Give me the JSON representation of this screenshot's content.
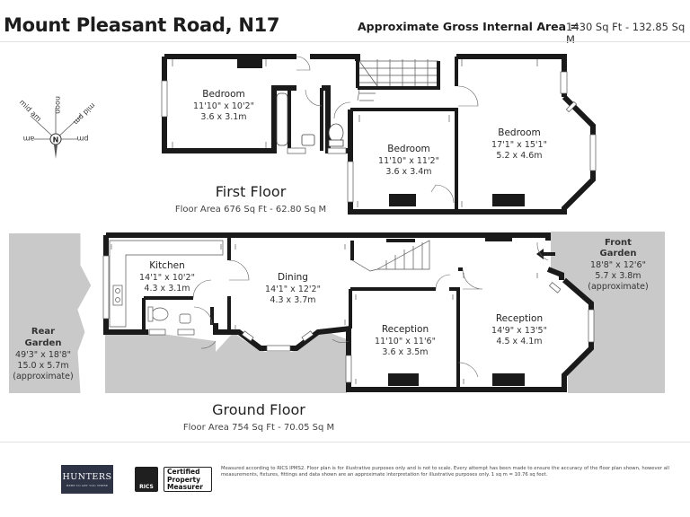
{
  "header": {
    "title": "Mount Pleasant Road, N17",
    "area_label": "Approximate Gross Internal Area =",
    "area_value": "1430 Sq Ft - 132.85 Sq M"
  },
  "compass": {
    "labels": [
      "noon",
      "mid pm",
      "mid am",
      "pm",
      "am",
      "N"
    ]
  },
  "first_floor": {
    "title": "First Floor",
    "area": "Floor Area 676 Sq Ft - 62.80 Sq M",
    "rooms": [
      {
        "name": "Bedroom",
        "imperial": "11'10\" x 10'2\"",
        "metric": "3.6 x 3.1m"
      },
      {
        "name": "Bedroom",
        "imperial": "11'10\" x 11'2\"",
        "metric": "3.6 x 3.4m"
      },
      {
        "name": "Bedroom",
        "imperial": "17'1\" x 15'1\"",
        "metric": "5.2 x 4.6m"
      }
    ]
  },
  "ground_floor": {
    "title": "Ground Floor",
    "area": "Floor Area 754 Sq Ft - 70.05 Sq M",
    "rooms": [
      {
        "name": "Kitchen",
        "imperial": "14'1\" x 10'2\"",
        "metric": "4.3 x 3.1m"
      },
      {
        "name": "Dining",
        "imperial": "14'1\" x 12'2\"",
        "metric": "4.3 x 3.7m"
      },
      {
        "name": "Reception",
        "imperial": "11'10\" x 11'6\"",
        "metric": "3.6 x 3.5m"
      },
      {
        "name": "Reception",
        "imperial": "14'9\" x 13'5\"",
        "metric": "4.5 x 4.1m"
      }
    ],
    "gardens": [
      {
        "name": "Rear",
        "name2": "Garden",
        "imperial": "49'3\" x 18'8\"",
        "metric": "15.0 x 5.7m",
        "note": "(approximate)"
      },
      {
        "name": "Front",
        "name2": "Garden",
        "imperial": "18'8\" x 12'6\"",
        "metric": "5.7 x 3.8m",
        "note": "(approximate)"
      }
    ]
  },
  "footer": {
    "agent": "HUNTERS",
    "agent_tag": "HERE TO GET YOU THERE",
    "rics": "RICS",
    "certified": "Certified Property Measurer",
    "disclaimer": "Measured according to RICS IPMS2. Floor plan is for illustrative purposes only and is not to scale. Every attempt has been made to ensure the accuracy of the floor plan shown, however all measurements, fixtures, fittings and data shown are an approximate interpretation for illustrative purposes only. 1 sq m = 10.76 sq feet."
  },
  "colors": {
    "wall": "#1a1a1a",
    "garden": "#c9c9c9",
    "window": "#ffffff",
    "dim_line": "#444444"
  }
}
